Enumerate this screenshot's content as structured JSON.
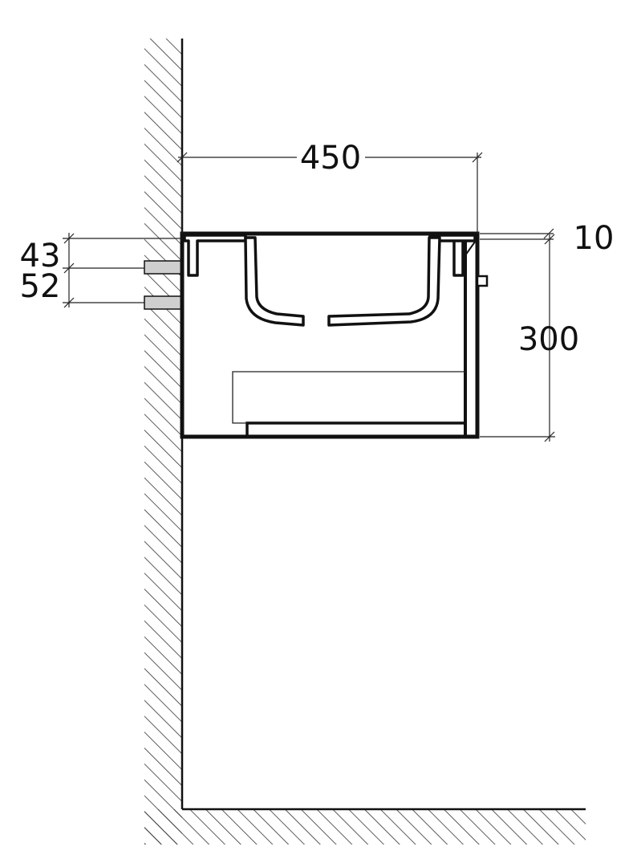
{
  "dimensions": {
    "width": "450",
    "top_thickness": "10",
    "height": "300",
    "upper_offset": "43",
    "lower_offset": "52"
  },
  "colors": {
    "line": "#111111",
    "hatch": "#333333",
    "pipe_fill": "#cfcfcf"
  }
}
